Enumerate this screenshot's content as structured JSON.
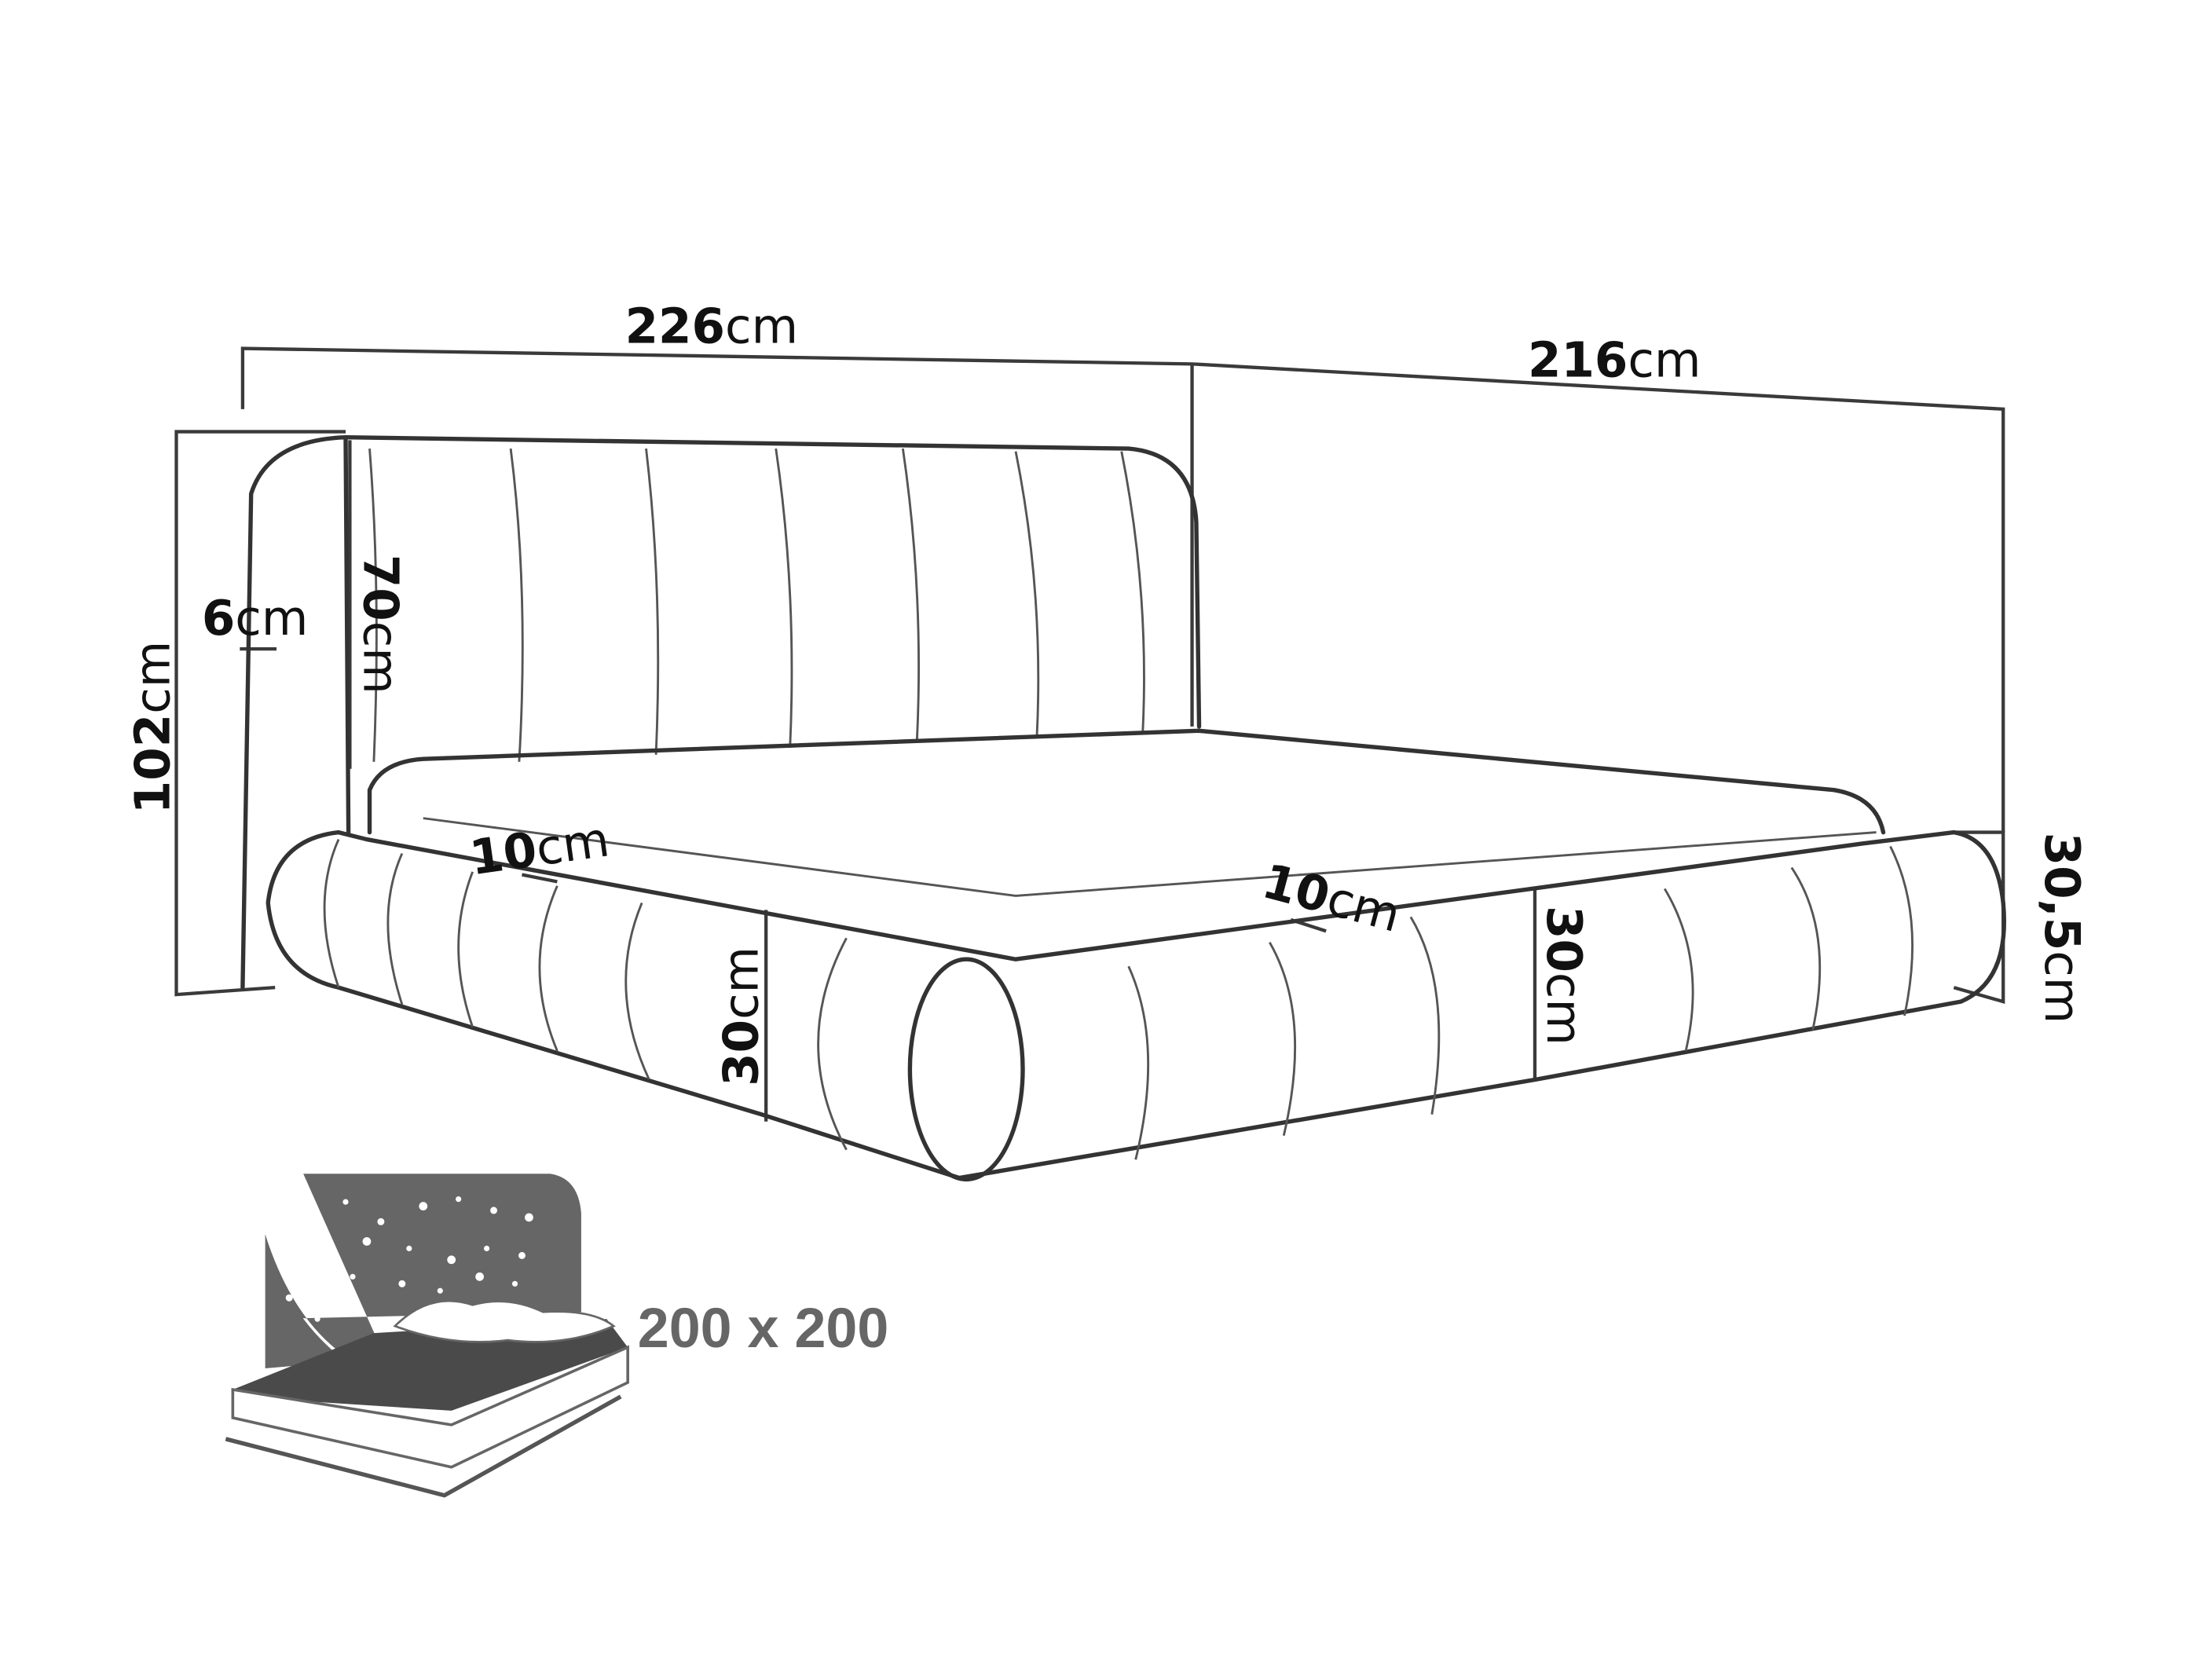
{
  "dimensions": {
    "width_total": {
      "value": "226",
      "unit": "cm"
    },
    "length_total": {
      "value": "216",
      "unit": "cm"
    },
    "height_total": {
      "value": "102",
      "unit": "cm"
    },
    "headboard_height": {
      "value": "70",
      "unit": "cm"
    },
    "headboard_thickness": {
      "value": "6",
      "unit": "cm"
    },
    "frame_width_left": {
      "value": "10",
      "unit": "cm"
    },
    "frame_width_front": {
      "value": "10",
      "unit": "cm"
    },
    "frame_height_front": {
      "value": "30",
      "unit": "cm"
    },
    "frame_height_side": {
      "value": "30",
      "unit": "cm"
    },
    "frame_height_rear": {
      "value": "30,5",
      "unit": "cm"
    }
  },
  "mattress_icon": {
    "size_label": "200 x 200"
  },
  "colors": {
    "line": "#333333",
    "icon": "#666666",
    "icon_dark": "#4a4a4a"
  }
}
